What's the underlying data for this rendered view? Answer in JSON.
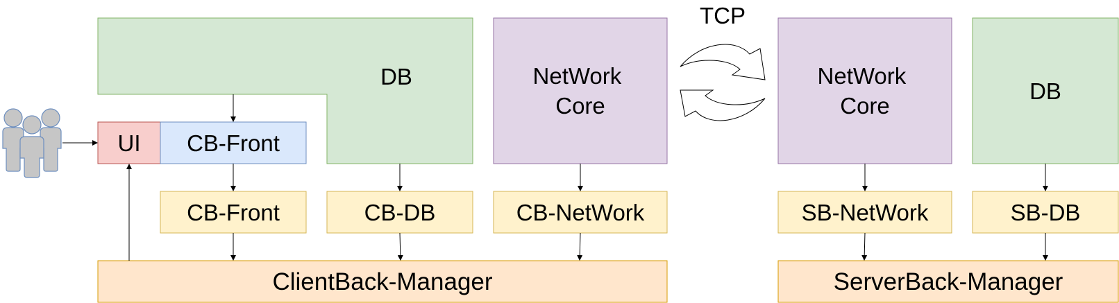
{
  "colors": {
    "green_fill": "#d5e8d4",
    "green_stroke": "#82b366",
    "purple_fill": "#e1d5e7",
    "purple_stroke": "#9673a6",
    "red_fill": "#f8cecc",
    "red_stroke": "#b85450",
    "blue_fill": "#dae8fc",
    "blue_stroke": "#6c8ebf",
    "yellow_fill": "#fff2cc",
    "yellow_stroke": "#d6b656",
    "orange_fill": "#ffe6cc",
    "orange_stroke": "#d79b00",
    "users_fill": "#c6c6c6",
    "users_stroke": "#6c8ebf"
  },
  "icons": {
    "users": "users-group-icon",
    "sync": "sync-arrows-icon"
  },
  "client": {
    "db": "DB",
    "network_core": [
      "NetWork",
      "Core"
    ],
    "ui": "UI",
    "cb_front_top": "CB-Front",
    "cb_front": "CB-Front",
    "cb_db": "CB-DB",
    "cb_network": "CB-NetWork",
    "manager": "ClientBack-Manager"
  },
  "protocol": {
    "label": "TCP"
  },
  "server": {
    "network_core": [
      "NetWork",
      "Core"
    ],
    "db": "DB",
    "sb_network": "SB-NetWork",
    "sb_db": "SB-DB",
    "manager": "ServerBack-Manager"
  }
}
